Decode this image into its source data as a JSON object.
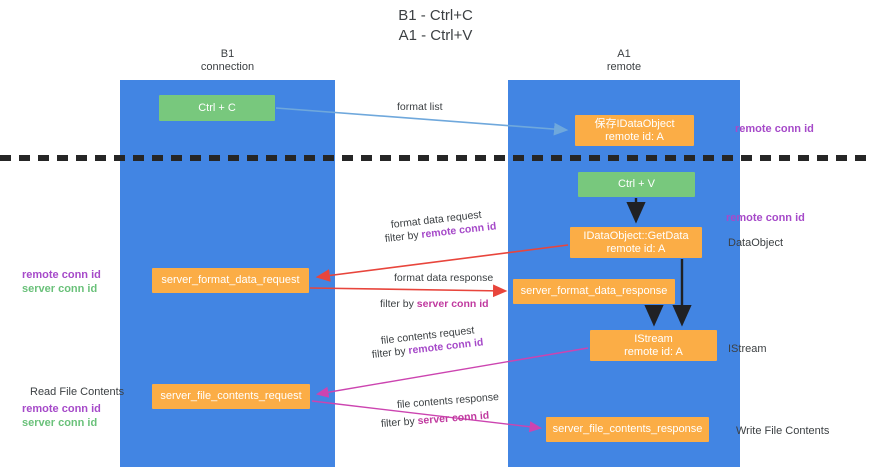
{
  "title": "B1 - Ctrl+C\nA1 - Ctrl+V",
  "lanes": {
    "b1": {
      "name": "B1\nconnection",
      "color": "#4285e3"
    },
    "a1": {
      "name": "A1\nremote",
      "color": "#4285e3"
    }
  },
  "nodes": {
    "ctrl_c": "Ctrl + C",
    "idataobject": "保存IDataObject\nremote id: A",
    "ctrl_v": "Ctrl + V",
    "getdata": "IDataObject::GetData\nremote id: A",
    "server_format_data_request": "server_format_data_request",
    "server_format_data_response": "server_format_data_response",
    "istream": "IStream\nremote id: A",
    "server_file_contents_request": "server_file_contents_request",
    "server_file_contents_response": "server_file_contents_response"
  },
  "edges": {
    "format_list": "format list",
    "format_data_request": "format data request",
    "format_data_request_filter_prefix": "filter by ",
    "format_data_request_filter_key": "remote conn id",
    "format_data_response": "format data response",
    "format_data_response_filter_prefix": "filter by ",
    "format_data_response_filter_key": "server conn id",
    "file_contents_request": "file contents request",
    "file_contents_request_filter_prefix": "filter by ",
    "file_contents_request_filter_key": "remote conn id",
    "file_contents_response": "file contents response",
    "file_contents_response_filter_prefix": "filter by ",
    "file_contents_response_filter_key": "server conn id"
  },
  "annotations": {
    "right_top_remote_conn_id": "remote conn id",
    "right_remote_conn_id": "remote conn id",
    "right_dataobject": "DataObject",
    "right_istream": "IStream",
    "right_write_file_contents": "Write File Contents",
    "left_remote_conn_id": "remote conn id",
    "left_server_conn_id": "server conn id",
    "left_read_file_contents": "Read File Contents",
    "left_remote_conn_id_2": "remote conn id",
    "left_server_conn_id_2": "server conn id"
  },
  "colors": {
    "lane_blue": "#4285e3",
    "node_green": "#78c87d",
    "node_orange": "#fbad46",
    "remote_key": "#a64ac9",
    "server_key": "#6ac17a",
    "server_key_label": "#c0399f",
    "arrow_blue": "#6fa8dc",
    "arrow_red": "#e8453c",
    "arrow_magenta": "#cc44b0",
    "arrow_dark": "#202124",
    "separator": "#262626"
  }
}
